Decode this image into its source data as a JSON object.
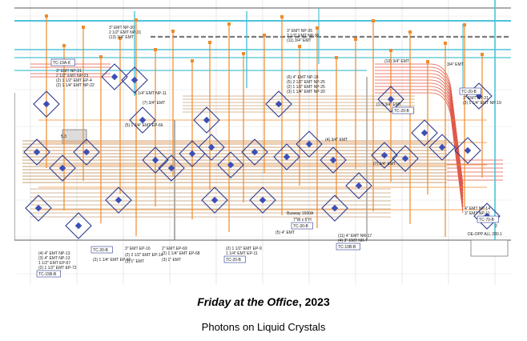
{
  "caption": {
    "title_italic": "Friday at the Office",
    "title_rest": ", 2023",
    "subtitle": "Photons on Liquid Crystals"
  },
  "drawing": {
    "colors": {
      "cyan": "#4ec3d8",
      "orange": "#f08a2a",
      "tan": "#c9a07a",
      "red": "#e0584a",
      "navy": "#2b3a8f",
      "gray": "#7a7a7a"
    },
    "labels": [
      "3\" EMT NP-30",
      "2 1/2\" EMT NP-31",
      "(13) 3/4\" EMT",
      "3\" EMT NP-35",
      "2 1/2\" EMT NP-36",
      "(11) 3/4\" EMT",
      "(10) 3/4\" EMT",
      "3/4\" EMT",
      "TC-19A-8",
      "3\" EMT NP-21",
      "2 1/2\" EMT NP-23",
      "(2) 1 1/2\" EMT EP-4",
      "(2) 1 1/4\" EMT NP-22",
      "(6) 4\" EMT NP-18",
      "(5) 2 1/2\" EMT NP-25",
      "(2) 1 1/2\" EMT NP-25",
      "(3) 1 1/4\" EMT NP-20",
      "1 1/4\" EMT NP-11",
      "(7) 3/4\" EMT",
      "(17) 3/4\" EMT",
      "TC-20-B",
      "3\" EMT NP-21",
      "(3) 1 1/4\" EMT NP-19",
      "TC-20-B",
      "(5) 1 1/4\" EMT EP-66",
      "5.3",
      "(4) 3/4\" EMT",
      "(7) 3/4\" EMT",
      "Busway 1600A",
      "7\"W x 6\"H",
      "TC-30-B",
      "(5) 4\" EMT",
      "(4) 4\" EMT NP-13",
      "(3) 4\" EMT NP-13",
      "1 1/2\" EMT EP-67",
      "(2) 1 1/2\" EMT EP-72",
      "TC-15B-B",
      "TC-20-B",
      "(2) 1 1/4\" EMT EP-66",
      "3\" EMT EP-16",
      "(2) 2 1/2\" EMT EP-14",
      "(3) 1\" EMT",
      "2\" EMT EP-69",
      "(2) 1 1/4\" EMT EP-68",
      "(3) 1\" EMT",
      "(2) 1 1/2\" EMT EP-9",
      "1 1/4\" EMT EP-11",
      "TC-20-B",
      "(11) 4\" EMT NR-17",
      "(4) 3\" EMT NR-7",
      "TC-10B-B",
      "2",
      "DE-OPP ALL 280.1",
      "4\" EMT NP-14",
      "3\" EMT NP-11",
      "TC-70-B"
    ]
  }
}
